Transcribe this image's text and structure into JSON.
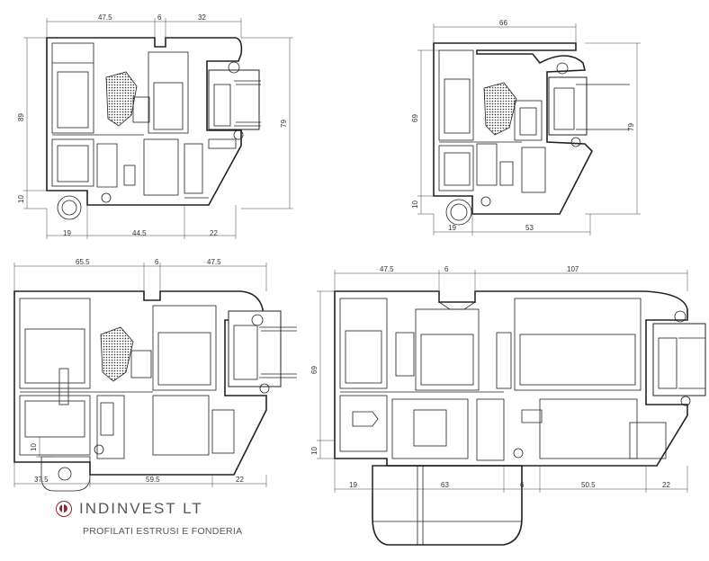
{
  "brand": {
    "name": "INDINVEST LT",
    "tagline": "PROFILATI ESTRUSI E FONDERIA",
    "accent_color": "#8a2b2b"
  },
  "section_a": {
    "top": [
      "47.5",
      "6",
      "32"
    ],
    "left": [
      "89",
      "10"
    ],
    "right": [
      "79"
    ],
    "bottom": [
      "19",
      "44.5",
      "22"
    ]
  },
  "section_b": {
    "top": [
      "66"
    ],
    "left": [
      "69",
      "10"
    ],
    "right": [
      "79"
    ],
    "bottom": [
      "19",
      "53"
    ]
  },
  "section_c": {
    "top": [
      "65.5",
      "6",
      "47.5"
    ],
    "left": [
      "10"
    ],
    "bottom": [
      "37.5",
      "59.5",
      "22"
    ]
  },
  "section_d": {
    "top": [
      "47.5",
      "6",
      "107"
    ],
    "left": [
      "69",
      "10"
    ],
    "bottom": [
      "19",
      "63",
      "6",
      "50.5",
      "22"
    ]
  }
}
